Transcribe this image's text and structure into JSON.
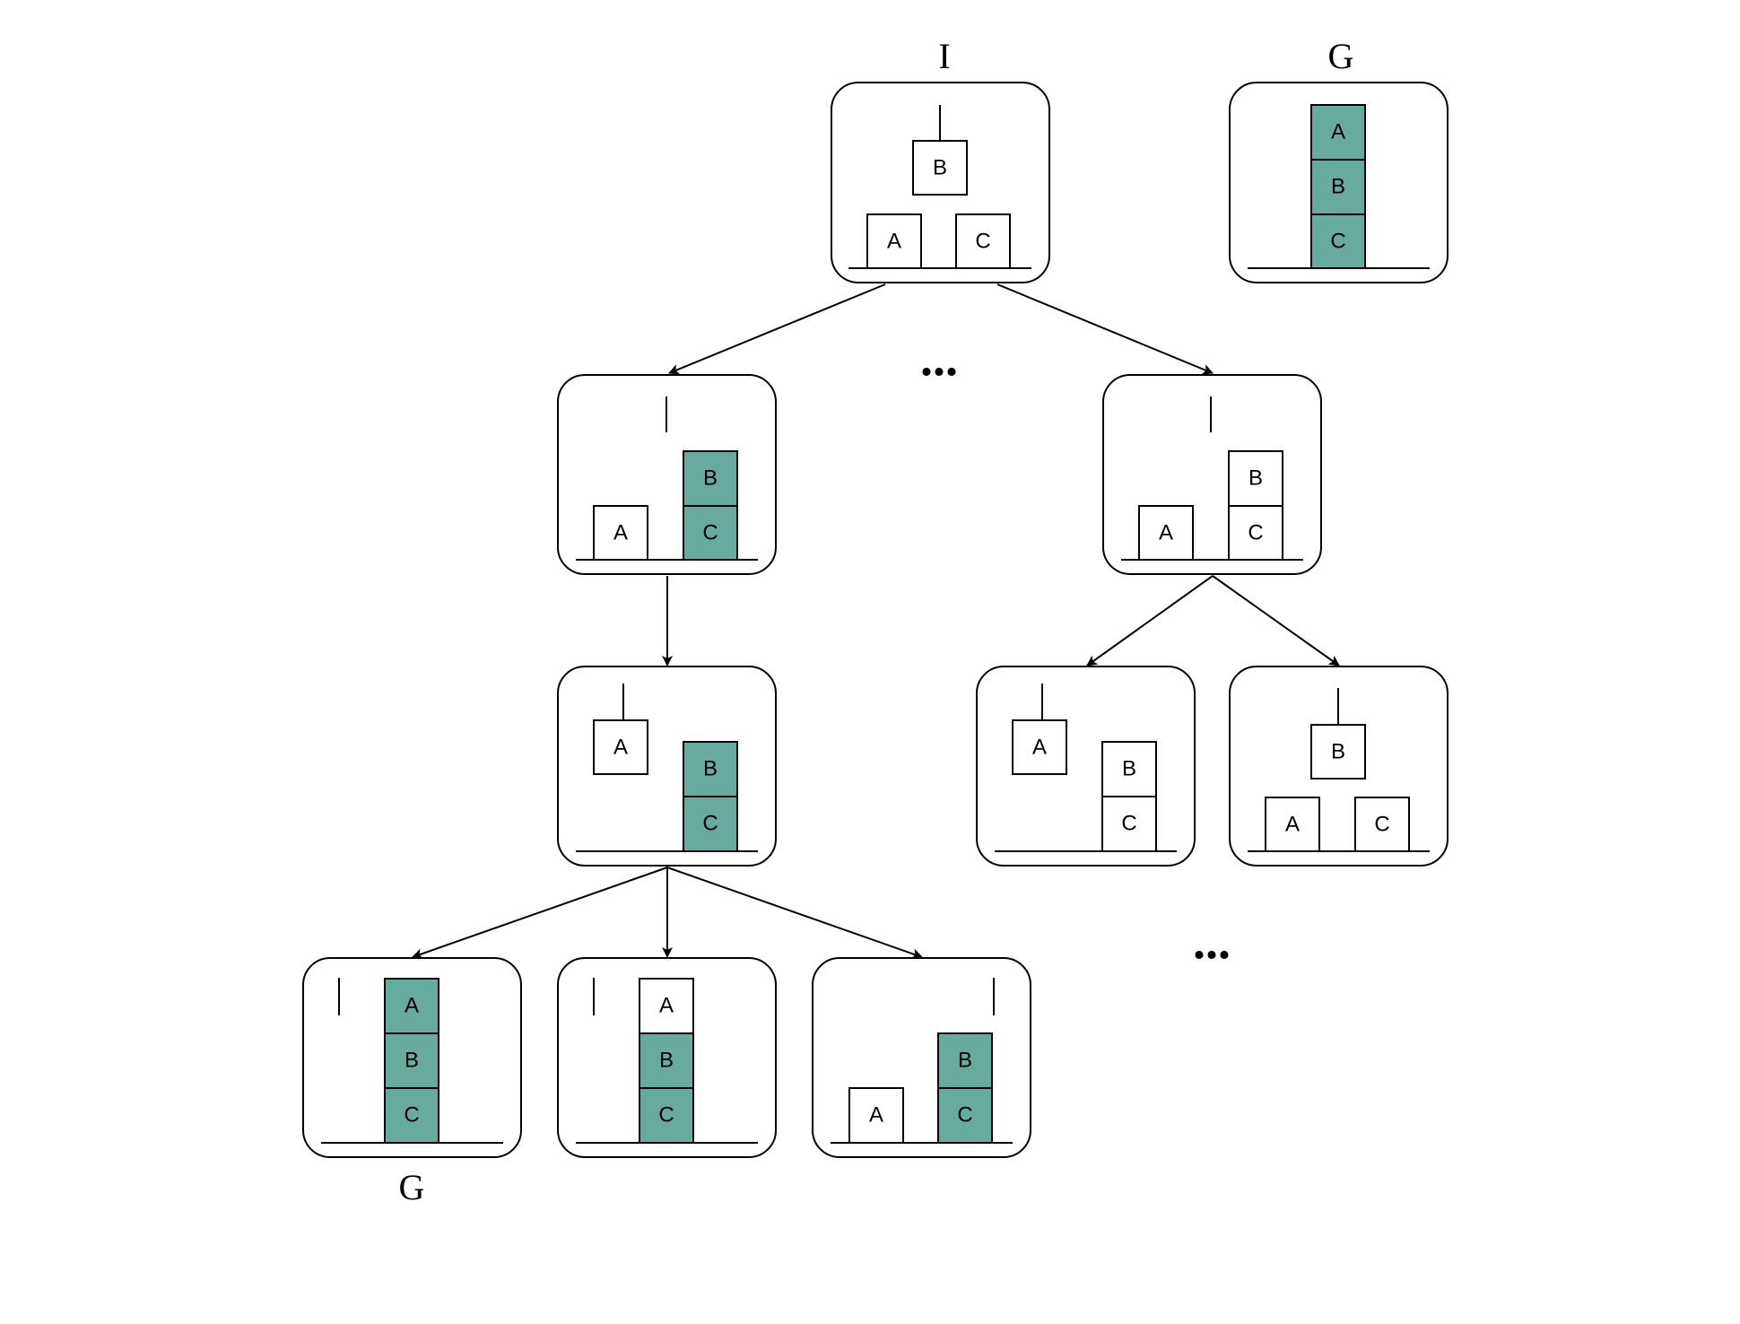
{
  "labels": {
    "initial": "I",
    "goal_top": "G",
    "goal_bottom": "G",
    "ellipsis_top": "...",
    "ellipsis_right": "..."
  },
  "colors": {
    "goal_block": "#67ab9f",
    "plain_block": "#ffffff",
    "stroke": "#000000"
  },
  "states": [
    {
      "id": "initial",
      "label": "I",
      "blocks": [
        {
          "name": "A"
        },
        {
          "name": "C"
        },
        {
          "name": "B",
          "held": true
        }
      ]
    },
    {
      "id": "goal",
      "label": "G",
      "blocks": [
        {
          "name": "A",
          "goal": true
        },
        {
          "name": "B",
          "goal": true
        },
        {
          "name": "C",
          "goal": true
        }
      ]
    },
    {
      "id": "put-b-on-c",
      "blocks": [
        {
          "name": "A"
        },
        {
          "name": "B",
          "goal": true
        },
        {
          "name": "C",
          "goal": true
        }
      ]
    },
    {
      "id": "stack-bc",
      "blocks": [
        {
          "name": "A"
        },
        {
          "name": "B"
        },
        {
          "name": "C"
        }
      ]
    },
    {
      "id": "hold-a",
      "blocks": [
        {
          "name": "A",
          "held": true
        },
        {
          "name": "B",
          "goal": true
        },
        {
          "name": "C",
          "goal": true
        }
      ]
    },
    {
      "id": "hold-a-right",
      "blocks": [
        {
          "name": "A",
          "held": true
        },
        {
          "name": "B"
        },
        {
          "name": "C"
        }
      ]
    },
    {
      "id": "hold-b-right",
      "blocks": [
        {
          "name": "A"
        },
        {
          "name": "C"
        },
        {
          "name": "B",
          "held": true
        }
      ]
    },
    {
      "id": "goal-reached",
      "label": "G",
      "blocks": [
        {
          "name": "A",
          "goal": true
        },
        {
          "name": "B",
          "goal": true
        },
        {
          "name": "C",
          "goal": true
        }
      ]
    },
    {
      "id": "a-on-bc",
      "blocks": [
        {
          "name": "A"
        },
        {
          "name": "B",
          "goal": true
        },
        {
          "name": "C",
          "goal": true
        }
      ]
    },
    {
      "id": "a-down",
      "blocks": [
        {
          "name": "A"
        },
        {
          "name": "B",
          "goal": true
        },
        {
          "name": "C",
          "goal": true
        }
      ]
    }
  ],
  "edges": [
    {
      "from": "initial",
      "to": "put-b-on-c"
    },
    {
      "from": "initial",
      "to": "stack-bc"
    },
    {
      "from": "put-b-on-c",
      "to": "hold-a"
    },
    {
      "from": "stack-bc",
      "to": "hold-a-right"
    },
    {
      "from": "stack-bc",
      "to": "hold-b-right"
    },
    {
      "from": "hold-a",
      "to": "goal-reached"
    },
    {
      "from": "hold-a",
      "to": "a-on-bc"
    },
    {
      "from": "hold-a",
      "to": "a-down"
    }
  ]
}
